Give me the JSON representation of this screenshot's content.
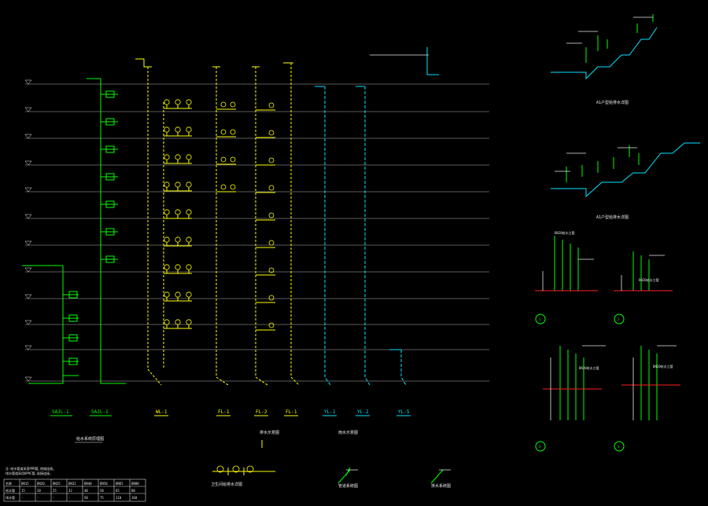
{
  "drawing": {
    "type": "cad-plumbing-system-diagram",
    "colors": {
      "background": "#000000",
      "supply": "#00ff00",
      "drain": "#ffff00",
      "rain": "#00e5ff",
      "floor": "#7c7c7c",
      "text": "#e8e8e8",
      "section_line": "#ff2020"
    },
    "riser_labels": [
      "SAJL-1",
      "SAJL-1",
      "WL-1",
      "FL-1",
      "FL-2",
      "FL-1",
      "YL-1",
      "YL-2",
      "YL-5"
    ],
    "diagram_titles": {
      "supply_system": "给水系统原理图",
      "drain_legend": "排水示意图",
      "rain_legend": "雨水示意图",
      "fixture_detail": "卫生间给排水详图",
      "detail_a": "A1户型给排水详图",
      "detail_b": "A1户型给排水详图",
      "bottom_a": "管道系统图",
      "bottom_b": "排水系统图"
    },
    "detail_numbers": [
      "1",
      "2",
      "3",
      "4"
    ],
    "section_notes": [
      "DN20给水立管",
      "DN20给水立管",
      "DN20给水立管",
      "DN20给水立管"
    ],
    "table": {
      "note_lines": [
        "注:给水管道采用PPR管,热熔连接。",
        "排水管道采用UPVC管,粘接连接。"
      ],
      "headers": [
        "名称",
        "DN15",
        "DN20",
        "DN25",
        "DN32",
        "DN40",
        "DN50",
        "DN65",
        "DN80"
      ],
      "rows": [
        [
          "给水管",
          "15",
          "20",
          "25",
          "32",
          "40",
          "50",
          "65",
          "80"
        ],
        [
          "排水管",
          "-",
          "-",
          "-",
          "-",
          "50",
          "75",
          "110",
          "160"
        ]
      ]
    }
  }
}
